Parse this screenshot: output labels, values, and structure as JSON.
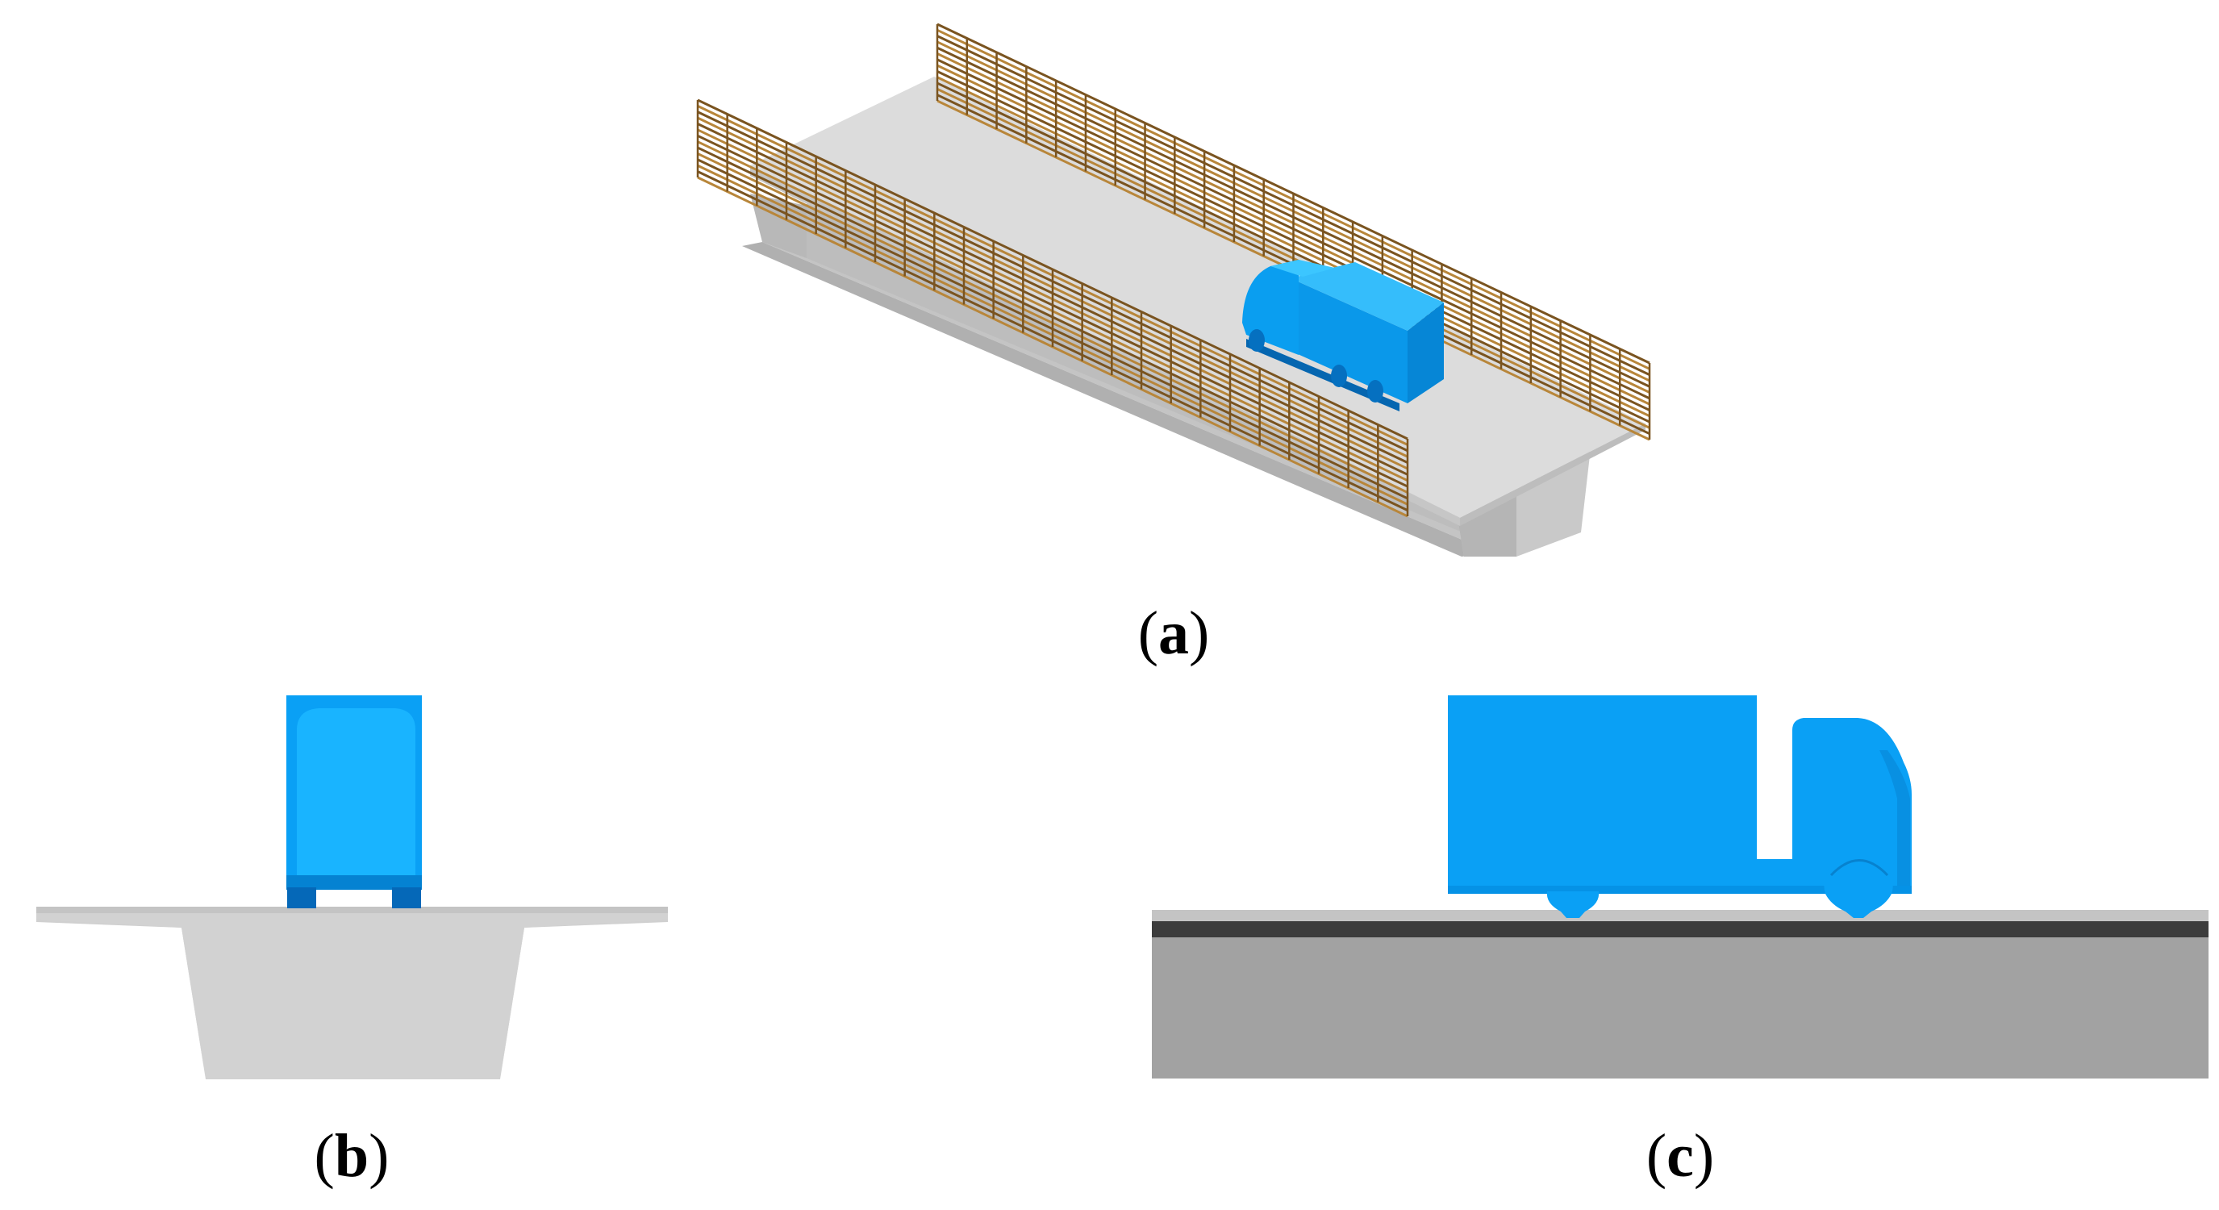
{
  "panels": [
    {
      "id": "a",
      "letter": "a",
      "open": "(",
      "close": ")"
    },
    {
      "id": "b",
      "letter": "b",
      "open": "(",
      "close": ")"
    },
    {
      "id": "c",
      "letter": "c",
      "open": "(",
      "close": ")"
    }
  ],
  "colors": {
    "background": "#ffffff",
    "deck_top": "#dcdcdc",
    "deck_side": "#cfcfcf",
    "girder": "#c8c8c8",
    "girder_dark": "#a6a6a6",
    "truck_blue": "#0aa0f5",
    "truck_shadow": "#0578c8",
    "truck_highlight": "#33c4ff",
    "barrier_wood": "#b8863a",
    "barrier_dark": "#7a5420",
    "road_dark": "#3c3c3c",
    "road_gray": "#a2a2a2",
    "road_light": "#c4c4c4"
  }
}
